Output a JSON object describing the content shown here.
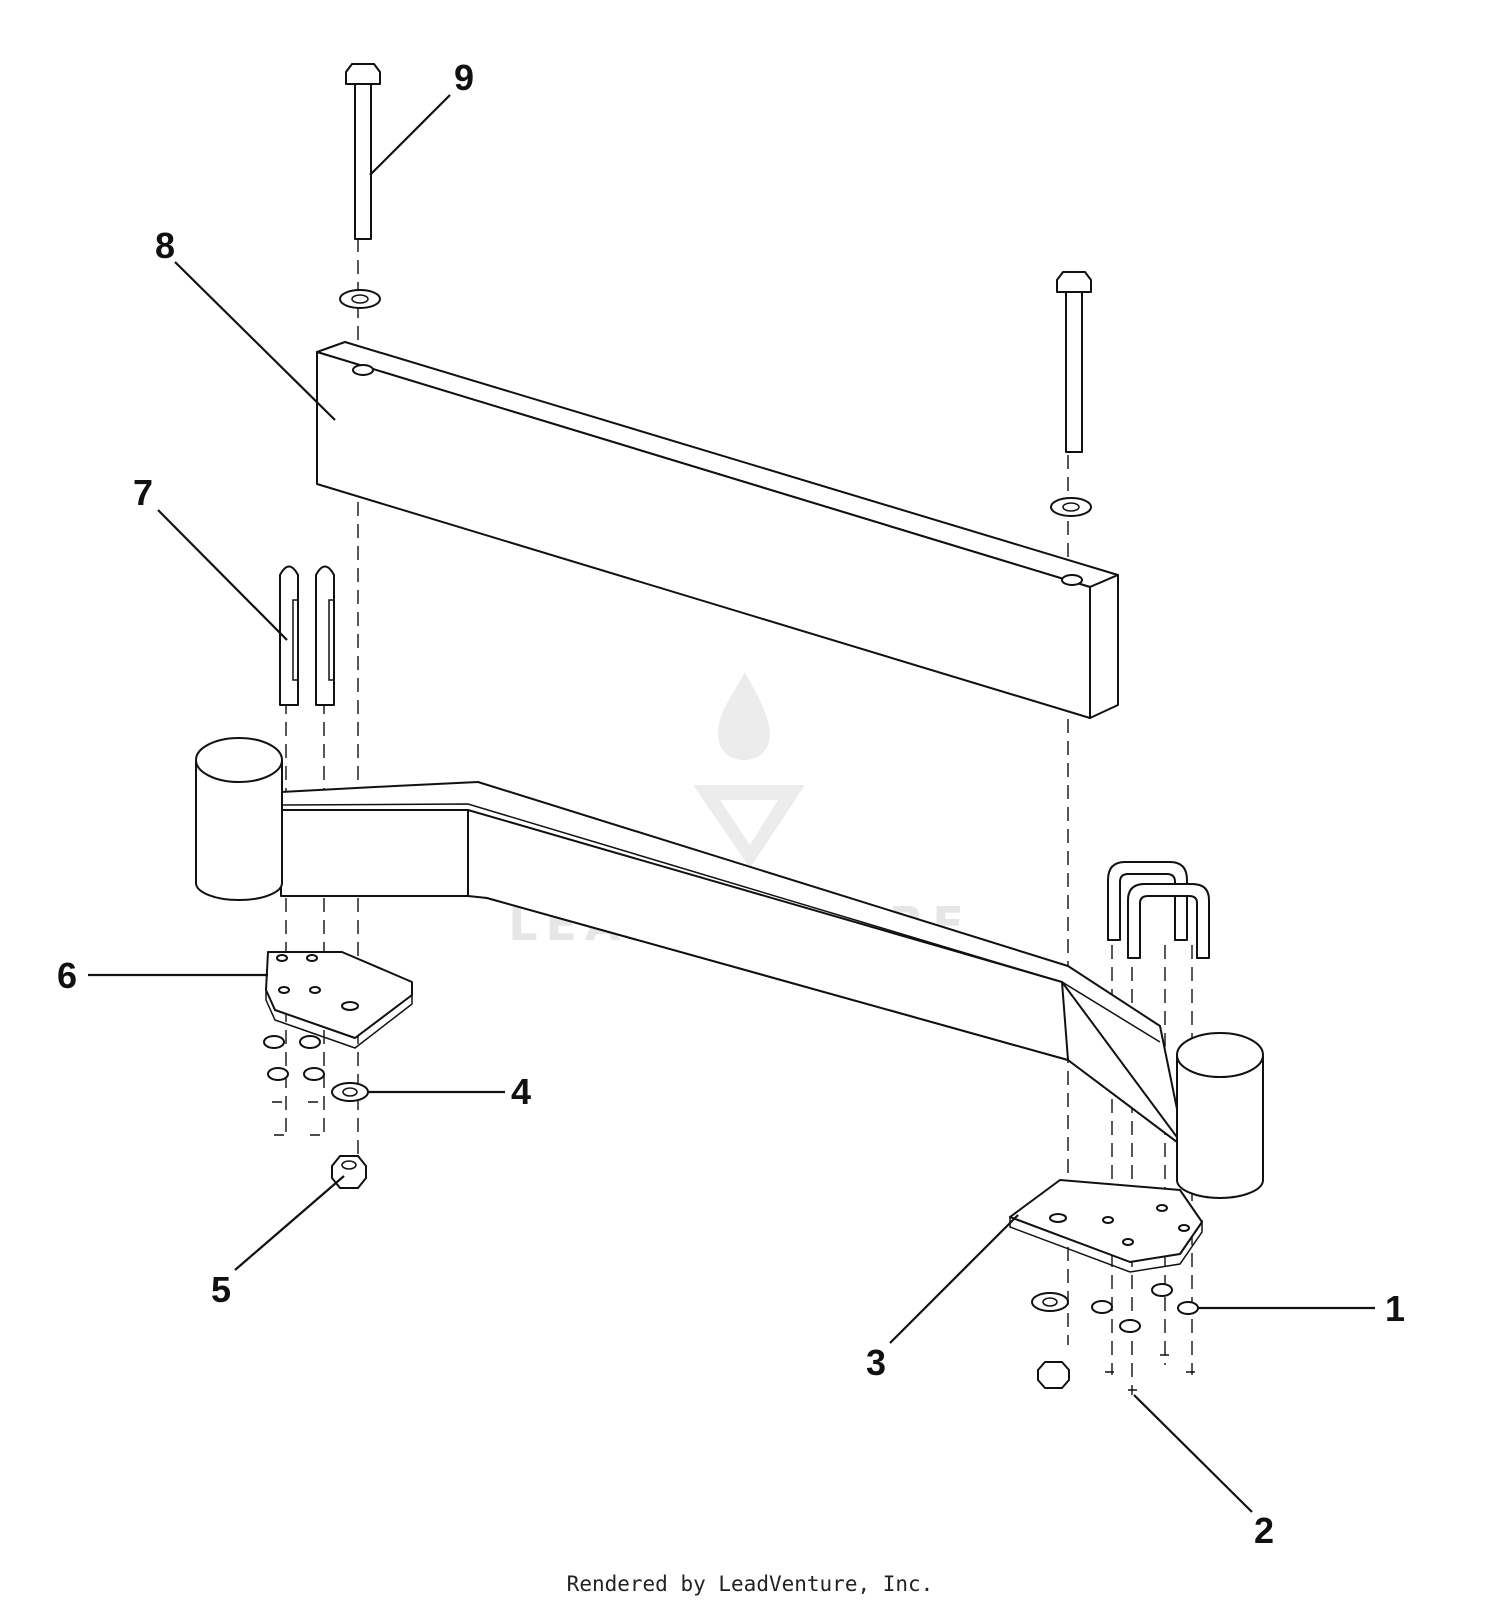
{
  "callouts": [
    {
      "id": "1",
      "label": "1"
    },
    {
      "id": "2",
      "label": "2"
    },
    {
      "id": "3",
      "label": "3"
    },
    {
      "id": "4",
      "label": "4"
    },
    {
      "id": "5",
      "label": "5"
    },
    {
      "id": "6",
      "label": "6"
    },
    {
      "id": "7",
      "label": "7"
    },
    {
      "id": "8",
      "label": "8"
    },
    {
      "id": "9",
      "label": "9"
    }
  ],
  "watermark": {
    "text": "LEADVENTURE"
  },
  "footer": {
    "text": "Rendered by LeadVenture, Inc."
  },
  "colors": {
    "line": "#111111",
    "background": "#ffffff",
    "watermark": "#e6e6e6"
  }
}
